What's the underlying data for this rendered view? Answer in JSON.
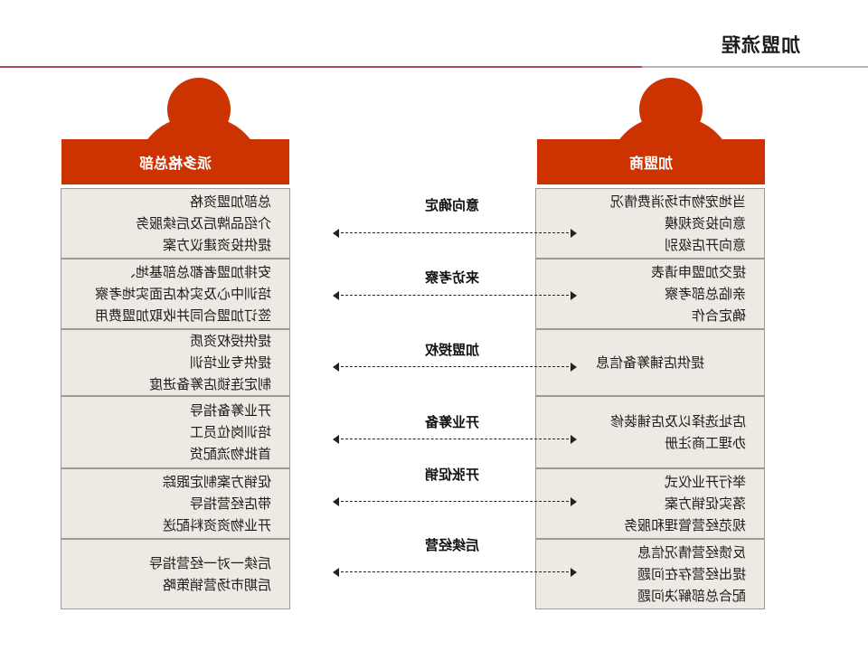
{
  "title": "加盟流程",
  "left_party": "加盟商",
  "right_party": "派多格总部",
  "steps": [
    {
      "label": "意向确定",
      "left": [
        "当地宠物市场消费情况",
        "意向投资规模",
        "意向开店级别"
      ],
      "right": [
        "总部加盟资格",
        "介绍品牌后及后续服务",
        "提供投资建议方案"
      ]
    },
    {
      "label": "来访考察",
      "left": [
        "提交加盟申请表",
        "亲临总部考察",
        "确定合作"
      ],
      "right": [
        "安排加盟者都总部基地、",
        "培训中心及实体店面实地考察",
        "签订加盟合同并收取加盟费用"
      ]
    },
    {
      "label": "加盟授权",
      "left": [
        "提供店铺筹备信息"
      ],
      "right": [
        "提供授权资质",
        "提供专业培训",
        "制定连锁店筹备进度"
      ]
    },
    {
      "label": "开业筹备",
      "left": [
        "店址选择以及店铺装修",
        "办理工商注册"
      ],
      "right": [
        "开业筹备指导",
        "培训岗位员工",
        "首批物流配货"
      ]
    },
    {
      "label": "开张促销",
      "left": [
        "举行开业仪式",
        "落实促销方案",
        "规范经营管理和服务"
      ],
      "right": [
        "促销方案制定跟踪",
        "带店经营指导",
        "开业物资资料配送"
      ]
    },
    {
      "label": "后续经营",
      "left": [
        "反馈经营情况信息",
        "提出经营存在问题",
        "配合总部解决问题"
      ],
      "right": [
        "后续一对一经营指导",
        "后期市场营销策略"
      ]
    }
  ],
  "colors": {
    "accent": "#cc3300",
    "cell_bg": "#edeae4",
    "rule": "#b04a5a"
  },
  "icons": [
    "person-icon"
  ]
}
